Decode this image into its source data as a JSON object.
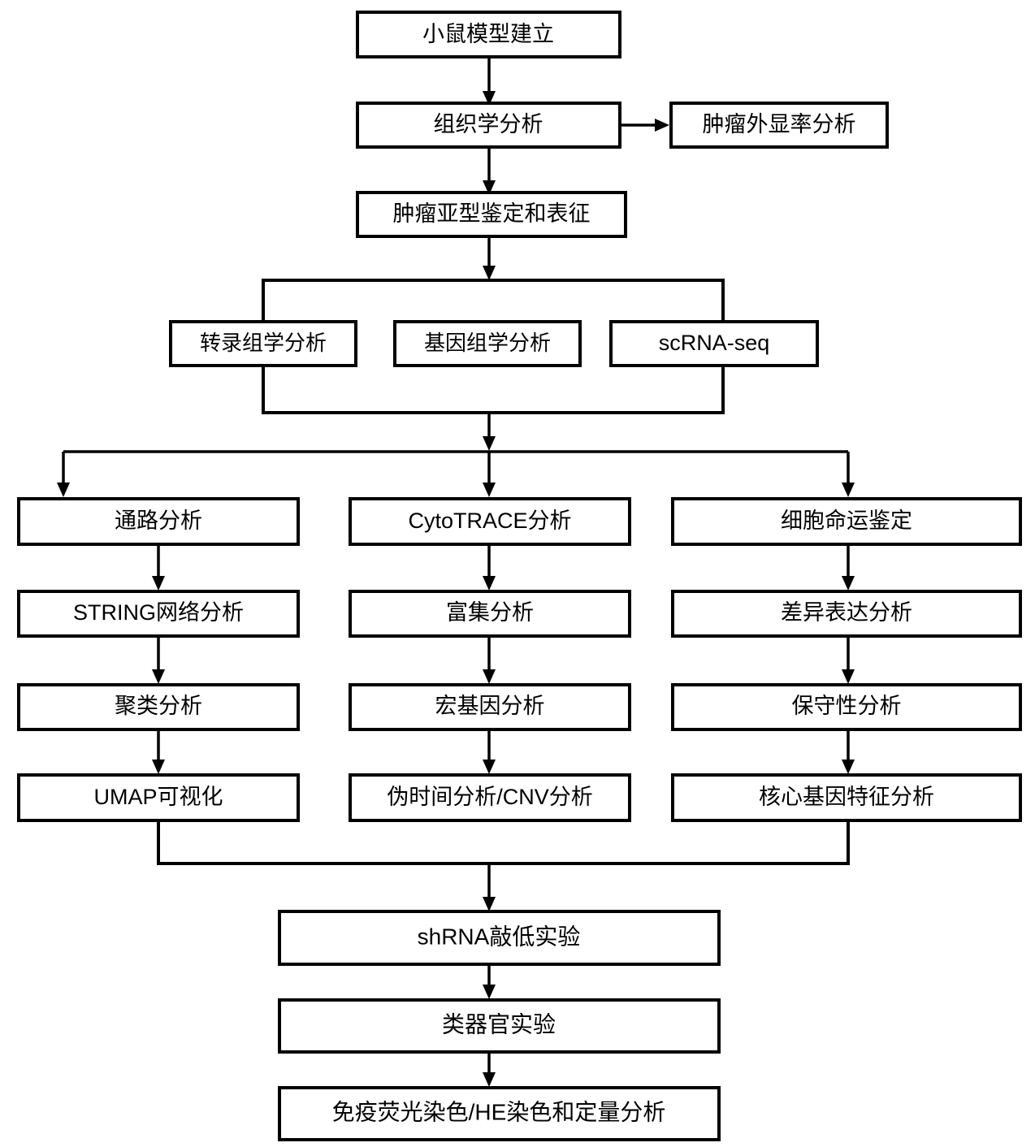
{
  "diagram": {
    "title": "Mouse model tumor multi-omics analysis workflow",
    "background_color": "#ffffff",
    "line_color": "#000000",
    "box_fill": "#ffffff",
    "nodes": {
      "mouse_model": "小鼠模型建立",
      "histology": "组织学分析",
      "penetrance": "肿瘤外显率分析",
      "subtype": "肿瘤亚型鉴定和表征",
      "transcriptomics": "转录组学分析",
      "genomics": "基因组学分析",
      "scrnaseq": "scRNA-seq",
      "pathway": "通路分析",
      "string_network": "STRING网络分析",
      "clustering": "聚类分析",
      "umap": "UMAP可视化",
      "cytotrace": "CytoTRACE分析",
      "enrichment": "富集分析",
      "metagene": "宏基因分析",
      "pseudotime_cnv": "伪时间分析/CNV分析",
      "cell_fate": "细胞命运鉴定",
      "differential": "差异表达分析",
      "conservation": "保守性分析",
      "core_gene": "核心基因特征分析",
      "shrna": "shRNA敲低实验",
      "organoid": "类器官实验",
      "staining": "免疫荧光染色/HE染色和定量分析"
    },
    "columns": {
      "left": [
        "通路分析",
        "STRING网络分析",
        "聚类分析",
        "UMAP可视化"
      ],
      "middle": [
        "CytoTRACE分析",
        "富集分析",
        "宏基因分析",
        "伪时间分析/CNV分析"
      ],
      "right": [
        "细胞命运鉴定",
        "差异表达分析",
        "保守性分析",
        "核心基因特征分析"
      ]
    },
    "omics_row": [
      "转录组学分析",
      "基因组学分析",
      "scRNA-seq"
    ],
    "terminal_chain": [
      "shRNA敲低实验",
      "类器官实验",
      "免疫荧光染色/HE染色和定量分析"
    ]
  }
}
